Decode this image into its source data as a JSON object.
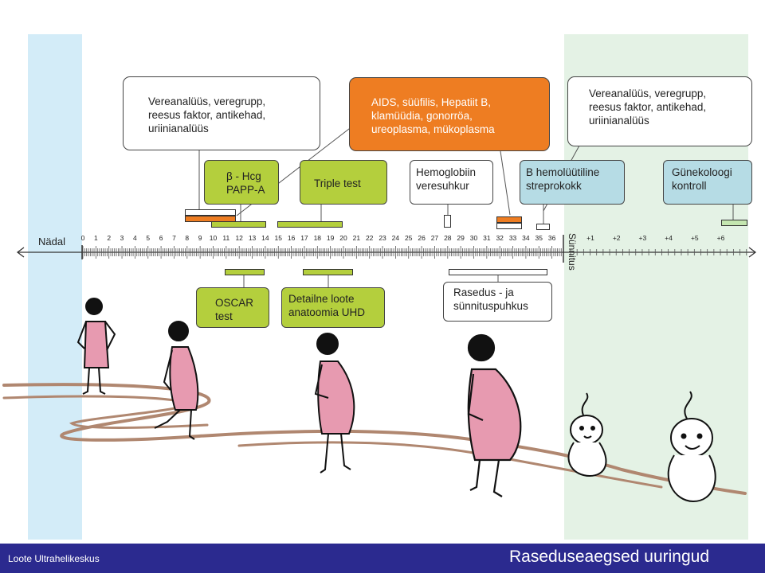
{
  "timeline": {
    "week_label": "Nädal",
    "birth_label": "Sünnitus",
    "weeks": [
      "0",
      "1",
      "2",
      "3",
      "4",
      "5",
      "6",
      "7",
      "8",
      "9",
      "10",
      "11",
      "12",
      "13",
      "14",
      "15",
      "16",
      "17",
      "18",
      "19",
      "20",
      "21",
      "22",
      "23",
      "24",
      "25",
      "26",
      "27",
      "28",
      "29",
      "30",
      "31",
      "32",
      "33",
      "34",
      "35",
      "36"
    ],
    "postnatal": [
      "+1",
      "+2",
      "+3",
      "+4",
      "+5",
      "+6"
    ]
  },
  "tests": {
    "blood_first": "Vereanalüüs, veregrupp,\nreesus faktor, antikehad,\nuriinianalüüs",
    "infections": "AIDS, süüfilis, Hepatiit B,\nklamüüdia, gonorröa,\nureoplasma, mükoplasma",
    "blood_second": "Vereanalüüs, veregrupp,\nreesus faktor, antikehad,\nuriinianalüüs",
    "hcg": "β - Hcg\nPAPP-A",
    "triple": "Triple test",
    "hemoglobin": "Hemoglobiin\nveresuhkur",
    "strep": "B hemolüütiline\nstreprokokk",
    "gyn": "Günekoloogi\nkontroll",
    "oscar": "OSCAR\ntest",
    "anatomy": "Detailne loote\nanatoomia UHD",
    "leave": "Rasedus - ja\nsünnituspuhkus"
  },
  "colors": {
    "left_band": "#d3ecf8",
    "right_band": "#e4f2e5",
    "orange": "#ee7d22",
    "green": "#b4cf3d",
    "blue": "#b6dce5",
    "footer": "#2b2a8f",
    "path": "#b08770"
  },
  "footer": {
    "brand": "Loote Ultrahelikeskus",
    "title": "Raseduseaegsed uuringud"
  }
}
